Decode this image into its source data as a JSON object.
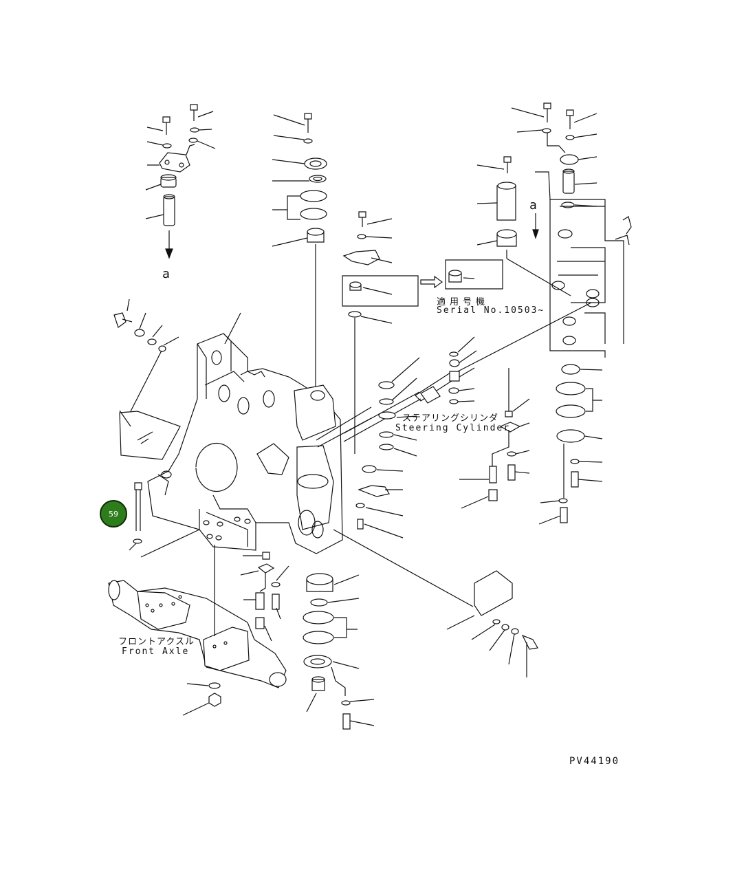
{
  "ref_marker": "a",
  "steering_cylinder": {
    "jp": "ステアリングシリンダ",
    "en": "Steering Cylinder"
  },
  "front_axle": {
    "jp": "フロントアクスル",
    "en": "Front Axle"
  },
  "serial": {
    "jp": "適用号機",
    "en": "Serial No.10503~"
  },
  "drawing_code": "PV44190",
  "hotspot": {
    "number": "59",
    "color": "#2e7d1c"
  }
}
